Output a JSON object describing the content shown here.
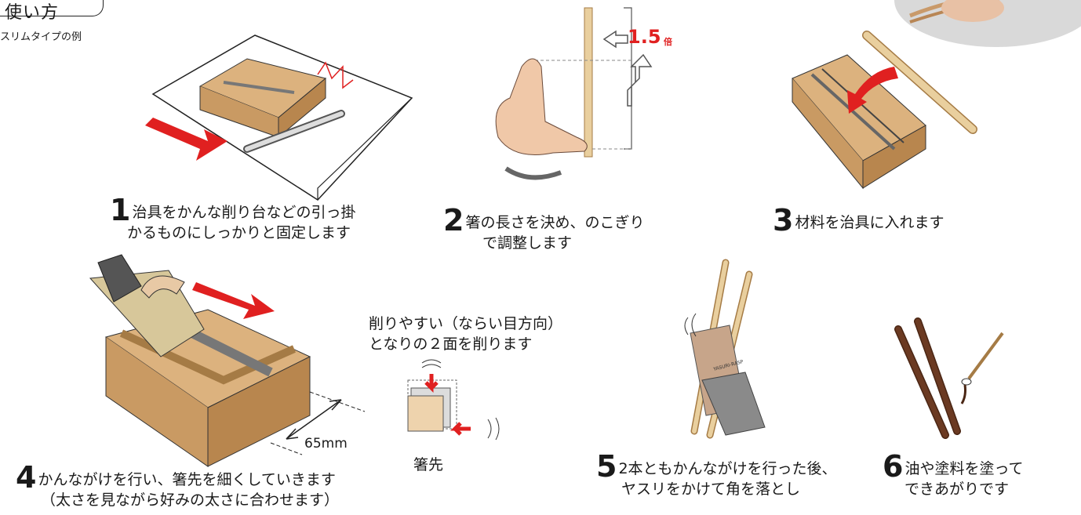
{
  "header": {
    "title": "使い方",
    "subtitle": "スリムタイプの例"
  },
  "steps": [
    {
      "number": "1",
      "line1": "治具をかんな削り台などの引っ掛",
      "line2": "かるものにしっかりと固定します"
    },
    {
      "number": "2",
      "line1": "箸の長さを決め、のこぎり",
      "line2": "で調整します"
    },
    {
      "number": "3",
      "line1": "材料を治具に入れます",
      "line2": ""
    },
    {
      "number": "4",
      "line1": "かんながけを行い、箸先を細くしていきます",
      "line2": "（太さを見ながら好みの太さに合わせます）"
    },
    {
      "number": "5",
      "line1": "2本ともかんながけを行った後、",
      "line2": "ヤスリをかけて角を落とし"
    },
    {
      "number": "6",
      "line1": "油や塗料を塗って",
      "line2": "できあがりです"
    }
  ],
  "annotations": {
    "ratio_label": "1.5",
    "ratio_unit": "倍",
    "width_label": "65mm",
    "planing_note_line1": "削りやすい（ならい目方向）",
    "planing_note_line2": "となりの２面を削ります",
    "tip_label": "箸先",
    "file_brand": "YASURI-RASP"
  },
  "colors": {
    "accent_red": "#e02020",
    "wood": "#dcb27e",
    "wood_dark": "#b8864e",
    "skin": "#f0c8a8",
    "chopstick_brown": "#6b3a22",
    "file_grey": "#8a8a8a"
  }
}
